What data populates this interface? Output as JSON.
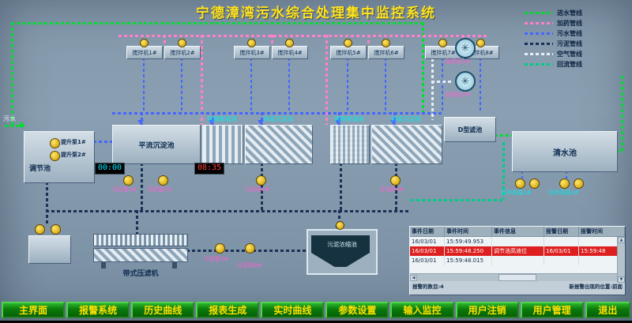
{
  "title": "宁德漳湾污水综合处理集中监控系统",
  "inflow_label": "污水",
  "legend": [
    {
      "label": "进水管线",
      "color": "#00dd33"
    },
    {
      "label": "加药管线",
      "color": "#ff7fc8"
    },
    {
      "label": "污水管线",
      "color": "#4466ff"
    },
    {
      "label": "污泥管线",
      "color": "#1c2f55"
    },
    {
      "label": "空气管线",
      "color": "#e8eef8"
    },
    {
      "label": "回流管线",
      "color": "#00cc88"
    }
  ],
  "mixers": [
    "搅拌机1#",
    "搅拌机2#",
    "搅拌机3#",
    "搅拌机4#",
    "搅拌机5#",
    "搅拌机6#",
    "搅拌机7#",
    "搅拌机8#"
  ],
  "tanks": {
    "regulating": "调节池",
    "horizontal_sed": "平流沉淀池",
    "mech_floc": "机械絮凝池",
    "inclined_sed_1": "斜管沉淀池",
    "grid_floc": "网络絮凝池",
    "inclined_sed_2": "斜管沉淀池",
    "d_filter": "D型滤池",
    "clear_water": "清水池",
    "thickener": "污泥浓缩池",
    "belt_press": "带式压滤机"
  },
  "pumps": {
    "lift1": "提升泵1#",
    "lift2": "提升泵2#",
    "sludge1": "污泥泵1#",
    "sludge2": "污泥泵2#",
    "sludge3": "污泥泵3#",
    "sludge4": "污泥泵4#",
    "sludge5": "污泥泵5#",
    "sludge6": "污泥泵6#",
    "backwash1": "反冲洗泵1#",
    "backwash2": "反冲洗泵2#",
    "blower1": "鼓风机1#",
    "blower2": "鼓风机2#"
  },
  "timers": {
    "t1": "00:00",
    "t2": "08:35"
  },
  "alarm_panel": {
    "headers": [
      "事件日期",
      "事件时间",
      "事件信息",
      "报警日期",
      "报警时间"
    ],
    "rows": [
      [
        "16/03/01",
        "15:59:49.953",
        "",
        "",
        ""
      ],
      [
        "16/03/01",
        "15:59:48.250",
        "调节池高液位",
        "16/03/01",
        "15:59:48"
      ],
      [
        "16/03/01",
        "15:59:48.015",
        "",
        "",
        ""
      ]
    ],
    "footer_count": "报警的数目:4",
    "footer_pos": "新报警出现的位置:前面"
  },
  "nav_buttons": [
    "主界面",
    "报警系统",
    "历史曲线",
    "报表生成",
    "实时曲线",
    "参数设置",
    "输入监控",
    "用户注销",
    "用户管理",
    "退出"
  ],
  "icons": {
    "fan": "✳",
    "left": "◀",
    "right": "▶",
    "up": "▲",
    "down": "▼"
  }
}
